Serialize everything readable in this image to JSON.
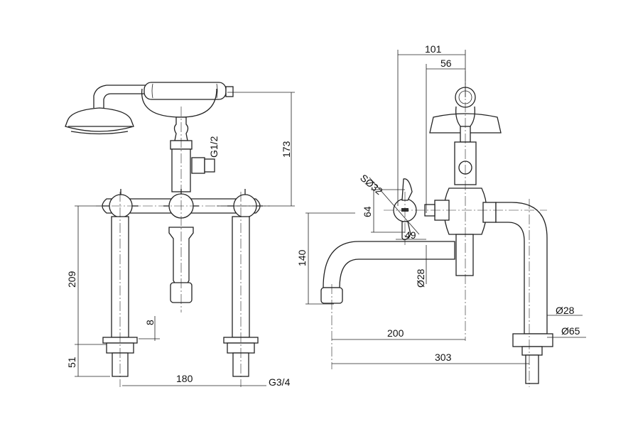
{
  "front_view": {
    "dimensions": {
      "height_handset": "173",
      "thread_outlet": "G1/2",
      "leg_height": "209",
      "small_gap": "8",
      "tail_length": "51",
      "centres": "180",
      "thread_tail": "G3/4"
    }
  },
  "side_view": {
    "dimensions": {
      "depth_total": "101",
      "depth_body": "56",
      "handle_sphere": "SØ32",
      "handle_height": "64",
      "handle_depth": "49",
      "spout_height": "140",
      "spout_diameter": "Ø28",
      "spout_reach": "200",
      "overall_reach": "303",
      "leg_diameter": "Ø28",
      "base_diameter": "Ø65"
    }
  }
}
